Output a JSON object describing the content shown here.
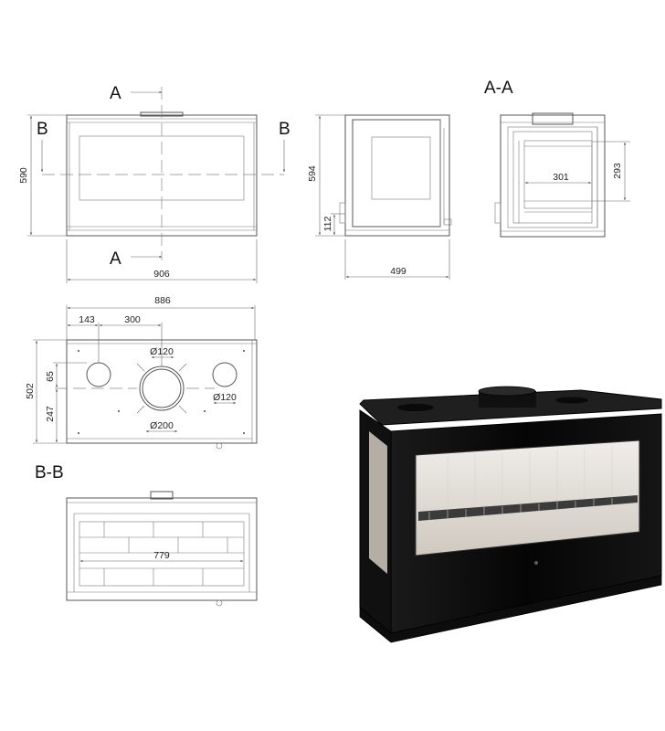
{
  "section_labels": {
    "a_top": "A",
    "a_bottom": "A",
    "b_left": "B",
    "b_right": "B",
    "aa_title": "A-A",
    "bb_title": "B-B"
  },
  "front_view": {
    "width_dim": "906",
    "height_dim": "590"
  },
  "side_view": {
    "height_dim": "594",
    "depth_dim": "499",
    "bottom_dim": "112"
  },
  "section_aa": {
    "inner_width_dim": "301",
    "inner_height_dim": "293"
  },
  "top_view": {
    "total_dim": "886",
    "left_offset_dim": "143",
    "spacing_dim": "300",
    "depth_dim": "502",
    "offset_65_dim": "65",
    "offset_247_dim": "247",
    "small_outlet_1": "Ø120",
    "small_outlet_2": "Ø120",
    "main_flue": "Ø200"
  },
  "section_bb": {
    "inner_width_dim": "779"
  },
  "colors": {
    "line": "#555555",
    "body": "#0c0c0c",
    "glass": "#e6e2dc"
  }
}
